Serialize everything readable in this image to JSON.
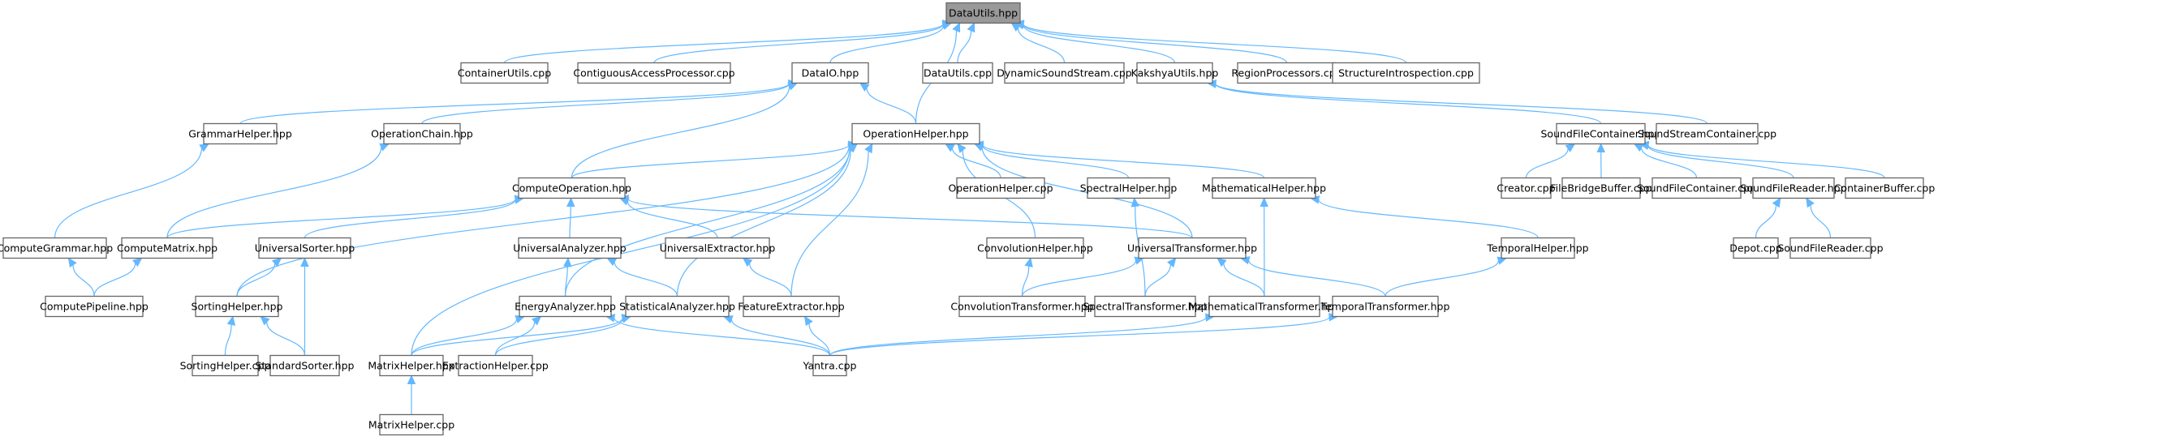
{
  "graph": {
    "title": "DataUtils.hpp",
    "type": "include-dependency-graph",
    "colors": {
      "edge": "#63b8ff",
      "node_border": "#666666",
      "root_fill": "#999999",
      "node_fill": "#ffffff"
    },
    "nodes": [
      {
        "id": "DataUtils.hpp",
        "label": "DataUtils.hpp",
        "root": true
      },
      {
        "id": "ContainerUtils.cpp",
        "label": "ContainerUtils.cpp"
      },
      {
        "id": "ContiguousAccessProcessor.cpp",
        "label": "ContiguousAccessProcessor.cpp"
      },
      {
        "id": "DataIO.hpp",
        "label": "DataIO.hpp"
      },
      {
        "id": "DataUtils.cpp",
        "label": "DataUtils.cpp"
      },
      {
        "id": "DynamicSoundStream.cpp",
        "label": "DynamicSoundStream.cpp"
      },
      {
        "id": "KakshyaUtils.hpp",
        "label": "KakshyaUtils.hpp"
      },
      {
        "id": "RegionProcessors.cpp",
        "label": "RegionProcessors.cpp"
      },
      {
        "id": "StructureIntrospection.cpp",
        "label": "StructureIntrospection.cpp"
      },
      {
        "id": "GrammarHelper.hpp",
        "label": "GrammarHelper.hpp"
      },
      {
        "id": "OperationChain.hpp",
        "label": "OperationChain.hpp"
      },
      {
        "id": "OperationHelper.hpp",
        "label": "OperationHelper.hpp"
      },
      {
        "id": "SoundFileContainer.hpp",
        "label": "SoundFileContainer.hpp"
      },
      {
        "id": "SoundStreamContainer.cpp",
        "label": "SoundStreamContainer.cpp"
      },
      {
        "id": "ComputeOperation.hpp",
        "label": "ComputeOperation.hpp"
      },
      {
        "id": "OperationHelper.cpp",
        "label": "OperationHelper.cpp"
      },
      {
        "id": "SpectralHelper.hpp",
        "label": "SpectralHelper.hpp"
      },
      {
        "id": "MathematicalHelper.hpp",
        "label": "MathematicalHelper.hpp"
      },
      {
        "id": "Creator.cpp",
        "label": "Creator.cpp"
      },
      {
        "id": "FileBridgeBuffer.cpp",
        "label": "FileBridgeBuffer.cpp"
      },
      {
        "id": "SoundFileContainer.cpp",
        "label": "SoundFileContainer.cpp"
      },
      {
        "id": "SoundFileReader.hpp",
        "label": "SoundFileReader.hpp"
      },
      {
        "id": "ContainerBuffer.cpp",
        "label": "ContainerBuffer.cpp"
      },
      {
        "id": "ComputeGrammar.hpp",
        "label": "ComputeGrammar.hpp"
      },
      {
        "id": "ComputeMatrix.hpp",
        "label": "ComputeMatrix.hpp"
      },
      {
        "id": "UniversalSorter.hpp",
        "label": "UniversalSorter.hpp"
      },
      {
        "id": "UniversalAnalyzer.hpp",
        "label": "UniversalAnalyzer.hpp"
      },
      {
        "id": "UniversalExtractor.hpp",
        "label": "UniversalExtractor.hpp"
      },
      {
        "id": "ConvolutionHelper.hpp",
        "label": "ConvolutionHelper.hpp"
      },
      {
        "id": "UniversalTransformer.hpp",
        "label": "UniversalTransformer.hpp"
      },
      {
        "id": "TemporalHelper.hpp",
        "label": "TemporalHelper.hpp"
      },
      {
        "id": "Depot.cpp",
        "label": "Depot.cpp"
      },
      {
        "id": "SoundFileReader.cpp",
        "label": "SoundFileReader.cpp"
      },
      {
        "id": "ComputePipeline.hpp",
        "label": "ComputePipeline.hpp"
      },
      {
        "id": "SortingHelper.hpp",
        "label": "SortingHelper.hpp"
      },
      {
        "id": "EnergyAnalyzer.hpp",
        "label": "EnergyAnalyzer.hpp"
      },
      {
        "id": "StatisticalAnalyzer.hpp",
        "label": "StatisticalAnalyzer.hpp"
      },
      {
        "id": "FeatureExtractor.hpp",
        "label": "FeatureExtractor.hpp"
      },
      {
        "id": "ConvolutionTransformer.hpp",
        "label": "ConvolutionTransformer.hpp"
      },
      {
        "id": "SpectralTransformer.hpp",
        "label": "SpectralTransformer.hpp"
      },
      {
        "id": "MathematicalTransformer.hpp",
        "label": "MathematicalTransformer.hpp"
      },
      {
        "id": "TemporalTransformer.hpp",
        "label": "TemporalTransformer.hpp"
      },
      {
        "id": "SortingHelper.cpp",
        "label": "SortingHelper.cpp"
      },
      {
        "id": "StandardSorter.hpp",
        "label": "StandardSorter.hpp"
      },
      {
        "id": "MatrixHelper.hpp",
        "label": "MatrixHelper.hpp"
      },
      {
        "id": "ExtractionHelper.cpp",
        "label": "ExtractionHelper.cpp"
      },
      {
        "id": "Yantra.cpp",
        "label": "Yantra.cpp"
      },
      {
        "id": "MatrixHelper.cpp",
        "label": "MatrixHelper.cpp"
      }
    ],
    "edges": [
      {
        "from": "ContainerUtils.cpp",
        "to": "DataUtils.hpp"
      },
      {
        "from": "ContiguousAccessProcessor.cpp",
        "to": "DataUtils.hpp"
      },
      {
        "from": "DataIO.hpp",
        "to": "DataUtils.hpp"
      },
      {
        "from": "DataUtils.cpp",
        "to": "DataUtils.hpp"
      },
      {
        "from": "DynamicSoundStream.cpp",
        "to": "DataUtils.hpp"
      },
      {
        "from": "KakshyaUtils.hpp",
        "to": "DataUtils.hpp"
      },
      {
        "from": "RegionProcessors.cpp",
        "to": "DataUtils.hpp"
      },
      {
        "from": "StructureIntrospection.cpp",
        "to": "DataUtils.hpp"
      },
      {
        "from": "OperationHelper.hpp",
        "to": "DataUtils.hpp"
      },
      {
        "from": "GrammarHelper.hpp",
        "to": "DataIO.hpp"
      },
      {
        "from": "OperationChain.hpp",
        "to": "DataIO.hpp"
      },
      {
        "from": "ComputeOperation.hpp",
        "to": "DataIO.hpp"
      },
      {
        "from": "OperationHelper.hpp",
        "to": "DataIO.hpp"
      },
      {
        "from": "SoundFileContainer.hpp",
        "to": "KakshyaUtils.hpp"
      },
      {
        "from": "SoundStreamContainer.cpp",
        "to": "KakshyaUtils.hpp"
      },
      {
        "from": "ComputeGrammar.hpp",
        "to": "GrammarHelper.hpp"
      },
      {
        "from": "ComputeMatrix.hpp",
        "to": "OperationChain.hpp"
      },
      {
        "from": "ComputeOperation.hpp",
        "to": "OperationHelper.hpp"
      },
      {
        "from": "OperationHelper.cpp",
        "to": "OperationHelper.hpp"
      },
      {
        "from": "SpectralHelper.hpp",
        "to": "OperationHelper.hpp"
      },
      {
        "from": "MathematicalHelper.hpp",
        "to": "OperationHelper.hpp"
      },
      {
        "from": "ConvolutionHelper.hpp",
        "to": "OperationHelper.hpp"
      },
      {
        "from": "UniversalTransformer.hpp",
        "to": "OperationHelper.hpp"
      },
      {
        "from": "SortingHelper.hpp",
        "to": "OperationHelper.hpp"
      },
      {
        "from": "EnergyAnalyzer.hpp",
        "to": "OperationHelper.hpp"
      },
      {
        "from": "StatisticalAnalyzer.hpp",
        "to": "OperationHelper.hpp"
      },
      {
        "from": "FeatureExtractor.hpp",
        "to": "OperationHelper.hpp"
      },
      {
        "from": "MatrixHelper.hpp",
        "to": "OperationHelper.hpp"
      },
      {
        "from": "Creator.cpp",
        "to": "SoundFileContainer.hpp"
      },
      {
        "from": "FileBridgeBuffer.cpp",
        "to": "SoundFileContainer.hpp"
      },
      {
        "from": "SoundFileContainer.cpp",
        "to": "SoundFileContainer.hpp"
      },
      {
        "from": "SoundFileReader.hpp",
        "to": "SoundFileContainer.hpp"
      },
      {
        "from": "ContainerBuffer.cpp",
        "to": "SoundFileContainer.hpp"
      },
      {
        "from": "ComputeMatrix.hpp",
        "to": "ComputeOperation.hpp"
      },
      {
        "from": "UniversalSorter.hpp",
        "to": "ComputeOperation.hpp"
      },
      {
        "from": "UniversalAnalyzer.hpp",
        "to": "ComputeOperation.hpp"
      },
      {
        "from": "UniversalExtractor.hpp",
        "to": "ComputeOperation.hpp"
      },
      {
        "from": "UniversalTransformer.hpp",
        "to": "ComputeOperation.hpp"
      },
      {
        "from": "SpectralTransformer.hpp",
        "to": "SpectralHelper.hpp"
      },
      {
        "from": "TemporalHelper.hpp",
        "to": "MathematicalHelper.hpp"
      },
      {
        "from": "MathematicalTransformer.hpp",
        "to": "MathematicalHelper.hpp"
      },
      {
        "from": "Depot.cpp",
        "to": "SoundFileReader.hpp"
      },
      {
        "from": "SoundFileReader.cpp",
        "to": "SoundFileReader.hpp"
      },
      {
        "from": "ComputePipeline.hpp",
        "to": "ComputeGrammar.hpp"
      },
      {
        "from": "ComputePipeline.hpp",
        "to": "ComputeMatrix.hpp"
      },
      {
        "from": "SortingHelper.hpp",
        "to": "UniversalSorter.hpp"
      },
      {
        "from": "StandardSorter.hpp",
        "to": "UniversalSorter.hpp"
      },
      {
        "from": "EnergyAnalyzer.hpp",
        "to": "UniversalAnalyzer.hpp"
      },
      {
        "from": "StatisticalAnalyzer.hpp",
        "to": "UniversalAnalyzer.hpp"
      },
      {
        "from": "FeatureExtractor.hpp",
        "to": "UniversalExtractor.hpp"
      },
      {
        "from": "ConvolutionTransformer.hpp",
        "to": "ConvolutionHelper.hpp"
      },
      {
        "from": "ConvolutionTransformer.hpp",
        "to": "UniversalTransformer.hpp"
      },
      {
        "from": "SpectralTransformer.hpp",
        "to": "UniversalTransformer.hpp"
      },
      {
        "from": "MathematicalTransformer.hpp",
        "to": "UniversalTransformer.hpp"
      },
      {
        "from": "TemporalTransformer.hpp",
        "to": "UniversalTransformer.hpp"
      },
      {
        "from": "TemporalTransformer.hpp",
        "to": "TemporalHelper.hpp"
      },
      {
        "from": "SortingHelper.cpp",
        "to": "SortingHelper.hpp"
      },
      {
        "from": "StandardSorter.hpp",
        "to": "SortingHelper.hpp"
      },
      {
        "from": "MatrixHelper.hpp",
        "to": "EnergyAnalyzer.hpp"
      },
      {
        "from": "ExtractionHelper.cpp",
        "to": "EnergyAnalyzer.hpp"
      },
      {
        "from": "Yantra.cpp",
        "to": "EnergyAnalyzer.hpp"
      },
      {
        "from": "MatrixHelper.hpp",
        "to": "StatisticalAnalyzer.hpp"
      },
      {
        "from": "ExtractionHelper.cpp",
        "to": "StatisticalAnalyzer.hpp"
      },
      {
        "from": "Yantra.cpp",
        "to": "StatisticalAnalyzer.hpp"
      },
      {
        "from": "Yantra.cpp",
        "to": "FeatureExtractor.hpp"
      },
      {
        "from": "Yantra.cpp",
        "to": "MathematicalTransformer.hpp"
      },
      {
        "from": "Yantra.cpp",
        "to": "TemporalTransformer.hpp"
      },
      {
        "from": "MatrixHelper.cpp",
        "to": "MatrixHelper.hpp"
      }
    ]
  }
}
